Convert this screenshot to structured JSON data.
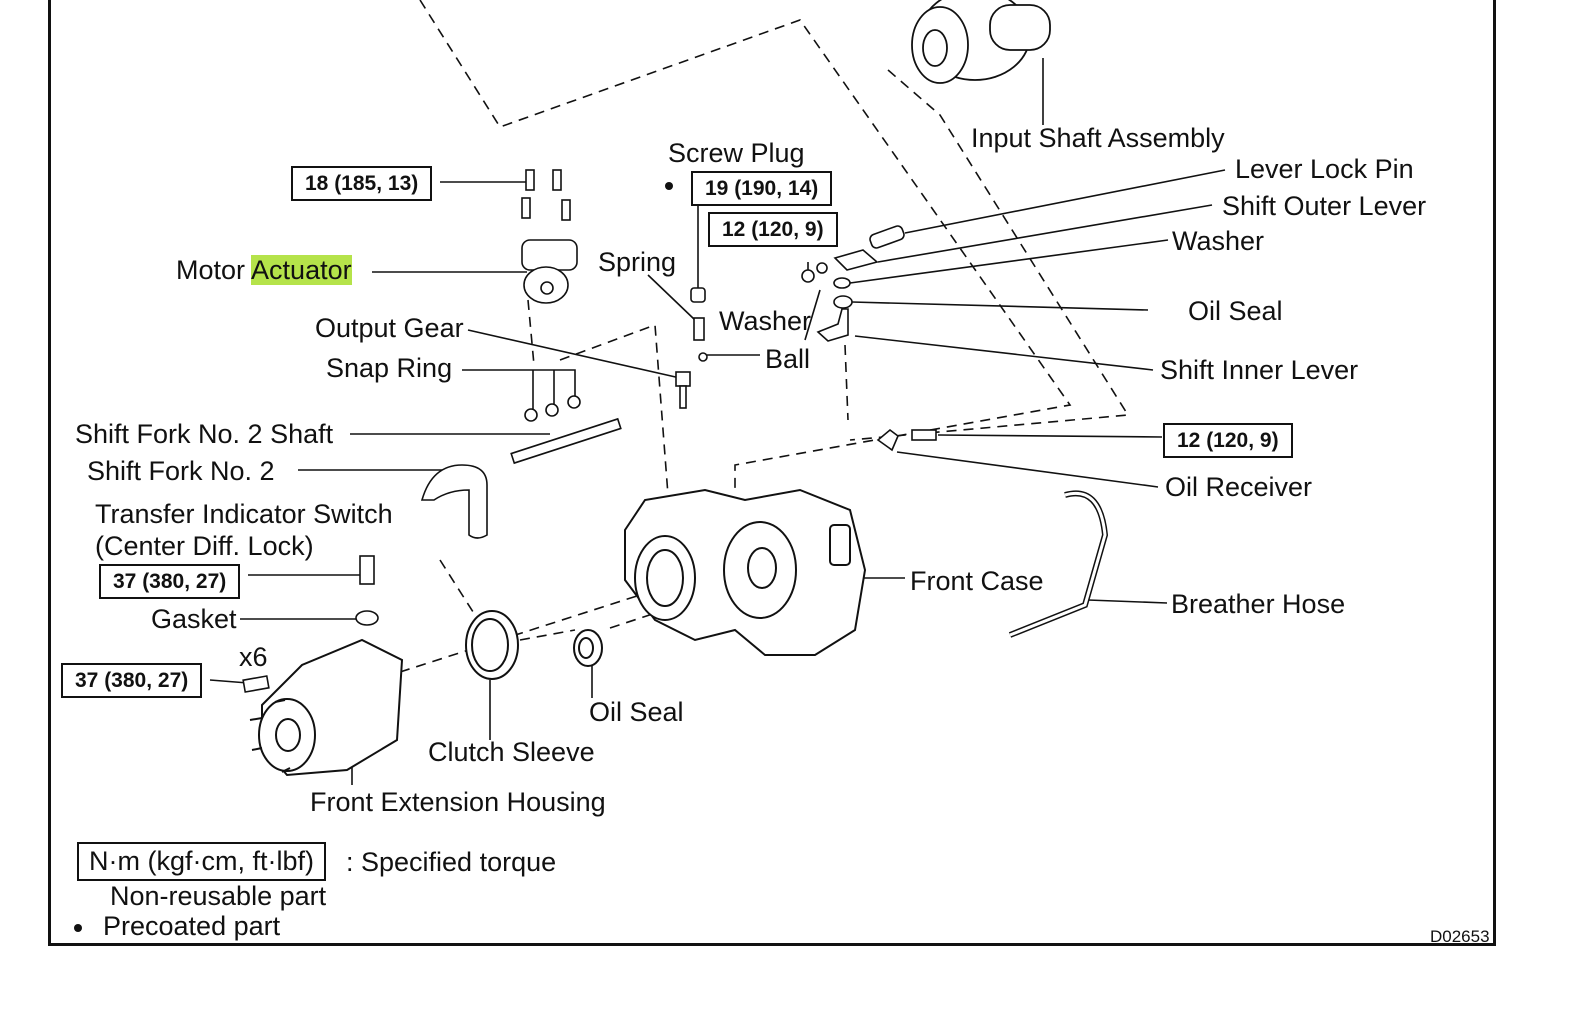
{
  "labels": {
    "input_shaft_assembly": "Input Shaft Assembly",
    "lever_lock_pin": "Lever Lock Pin",
    "shift_outer_lever": "Shift Outer Lever",
    "washer_right": "Washer",
    "oil_seal_right": "Oil Seal",
    "shift_inner_lever": "Shift Inner Lever",
    "oil_receiver": "Oil Receiver",
    "front_case": "Front Case",
    "breather_hose": "Breather Hose",
    "screw_plug": "Screw Plug",
    "spring": "Spring",
    "washer_mid": "Washer",
    "ball": "Ball",
    "motor": "Motor",
    "actuator": "Actuator",
    "output_gear": "Output Gear",
    "snap_ring": "Snap Ring",
    "shift_fork_no2_shaft": "Shift Fork No. 2 Shaft",
    "shift_fork_no2": "Shift Fork No. 2",
    "transfer_indicator_switch_line1": "Transfer Indicator Switch",
    "transfer_indicator_switch_line2": "(Center Diff. Lock)",
    "gasket": "Gasket",
    "x6": "x6",
    "clutch_sleeve": "Clutch Sleeve",
    "oil_seal_bottom": "Oil Seal",
    "front_extension_housing": "Front Extension Housing"
  },
  "torques": {
    "actuator_bolts": "18 (185, 13)",
    "screw_plug": "19 (190, 14)",
    "shift_lever_nut": "12 (120, 9)",
    "oil_receiver_bolt": "12 (120, 9)",
    "indicator_switch": "37 (380, 27)",
    "extension_housing_bolts": "37 (380, 27)"
  },
  "legend": {
    "torque_unit": "N·m (kgf·cm, ft·lbf)",
    "torque_desc": ": Specified torque",
    "non_reusable": "Non-reusable part",
    "precoated": "Precoated part"
  },
  "figure_code": "D02653",
  "colors": {
    "highlight": "#b5e34a",
    "line": "#111111"
  }
}
